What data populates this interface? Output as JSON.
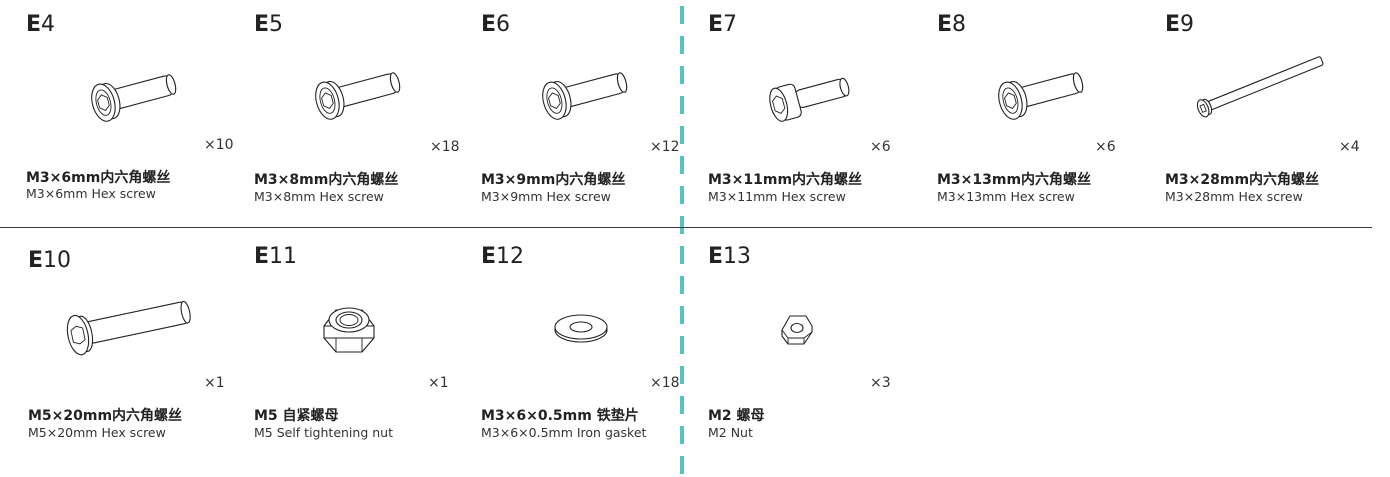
{
  "accent_color": "#56c3c7",
  "items": [
    {
      "letter": "E",
      "number": "4",
      "qty": "×10",
      "name_cn": "M3×6mm内六角螺丝",
      "name_en": "M3×6mm Hex screw",
      "icon": "hex-screw-short-icon"
    },
    {
      "letter": "E",
      "number": "5",
      "qty": "×18",
      "name_cn": "M3×8mm内六角螺丝",
      "name_en": "M3×8mm Hex screw",
      "icon": "hex-screw-short-icon"
    },
    {
      "letter": "E",
      "number": "6",
      "qty": "×12",
      "name_cn": "M3×9mm内六角螺丝",
      "name_en": "M3×9mm Hex screw",
      "icon": "hex-screw-short-icon"
    },
    {
      "letter": "E",
      "number": "7",
      "qty": "×6",
      "name_cn": "M3×11mm内六角螺丝",
      "name_en": "M3×11mm Hex screw",
      "icon": "socket-head-screw-icon"
    },
    {
      "letter": "E",
      "number": "8",
      "qty": "×6",
      "name_cn": "M3×13mm内六角螺丝",
      "name_en": "M3×13mm Hex screw",
      "icon": "hex-screw-short-icon"
    },
    {
      "letter": "E",
      "number": "9",
      "qty": "×4",
      "name_cn": "M3×28mm内六角螺丝",
      "name_en": "M3×28mm Hex screw",
      "icon": "hex-screw-long-icon"
    },
    {
      "letter": "E",
      "number": "10",
      "qty": "×1",
      "name_cn": "M5×20mm内六角螺丝",
      "name_en": "M5×20mm Hex screw",
      "icon": "hex-screw-large-icon"
    },
    {
      "letter": "E",
      "number": "11",
      "qty": "×1",
      "name_cn": "M5 自紧螺母",
      "name_en": "M5  Self tightening nut",
      "icon": "lock-nut-icon"
    },
    {
      "letter": "E",
      "number": "12",
      "qty": "×18",
      "name_cn": "M3×6×0.5mm 铁垫片",
      "name_en": "M3×6×0.5mm Iron gasket",
      "icon": "washer-icon"
    },
    {
      "letter": "E",
      "number": "13",
      "qty": "×3",
      "name_cn": "M2 螺母",
      "name_en": "M2 Nut",
      "icon": "hex-nut-icon"
    }
  ]
}
